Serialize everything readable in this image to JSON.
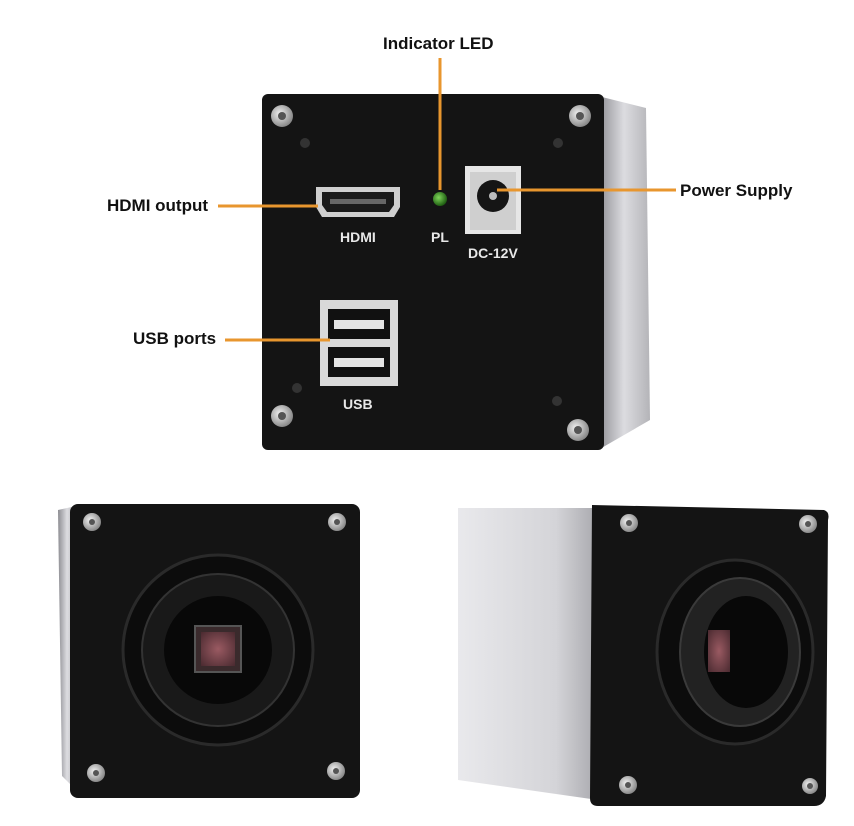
{
  "callouts": {
    "indicator_led": "Indicator LED",
    "hdmi_output": "HDMI output",
    "power_supply": "Power Supply",
    "usb_ports": "USB ports"
  },
  "panel_labels": {
    "hdmi": "HDMI",
    "pl": "PL",
    "dc": "DC-12V",
    "usb": "USB"
  },
  "colors": {
    "leader_line": "#e8962e",
    "body_black": "#141414",
    "housing_silver": "#c9c9cc",
    "led_green": "#2f8a1f",
    "sensor": "#7a3f4a"
  }
}
